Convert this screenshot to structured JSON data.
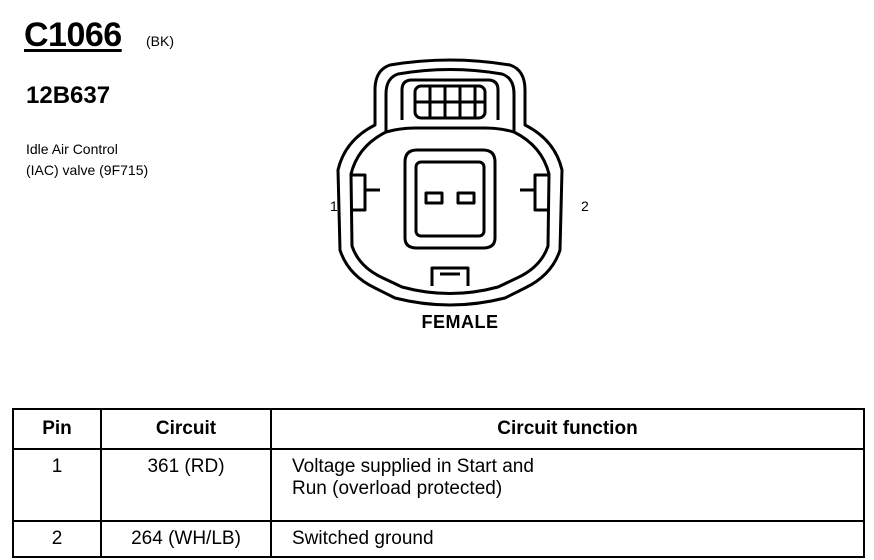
{
  "header": {
    "connector_id": "C1066",
    "connector_color": "(BK)",
    "part_number": "12B637",
    "description_line1": "Idle Air Control",
    "description_line2": "(IAC) valve (9F715)"
  },
  "diagram": {
    "pin_left_label": "1",
    "pin_right_label": "2",
    "gender_label": "FEMALE"
  },
  "table": {
    "headers": {
      "pin": "Pin",
      "circuit": "Circuit",
      "function": "Circuit function"
    },
    "rows": [
      {
        "pin": "1",
        "circuit": "361 (RD)",
        "function_line1": "Voltage supplied in Start and",
        "function_line2": "Run (overload protected)"
      },
      {
        "pin": "2",
        "circuit": "264 (WH/LB)",
        "function_line1": "Switched ground"
      }
    ]
  }
}
